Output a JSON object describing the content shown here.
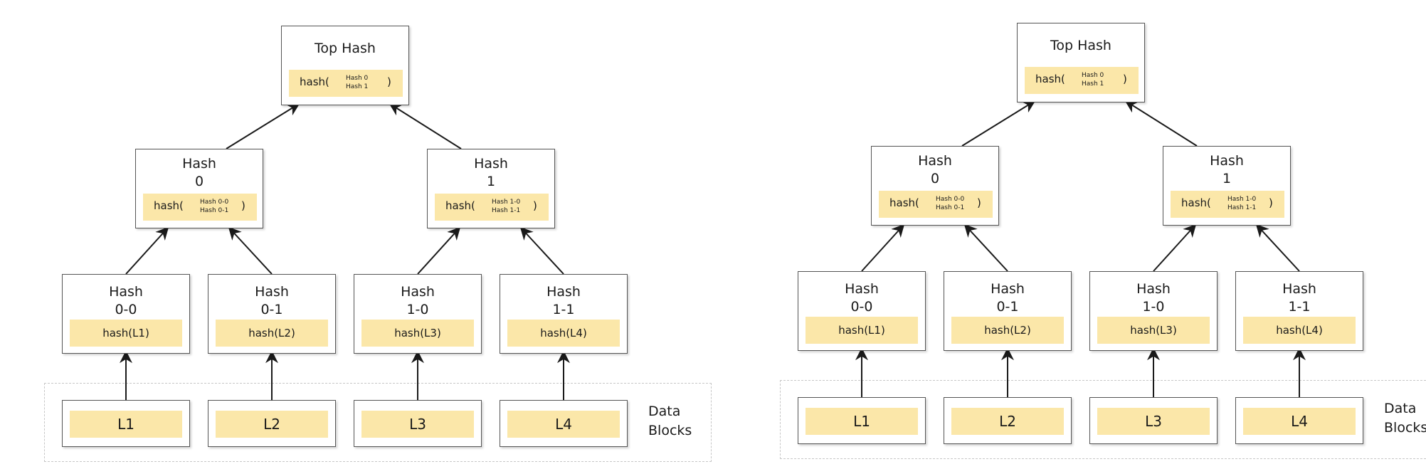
{
  "diagrams": [
    {
      "top": {
        "title": "Top Hash",
        "hash_prefix": "hash(",
        "hash_inputs": [
          "Hash 0",
          "Hash 1"
        ],
        "hash_suffix": ")"
      },
      "mid": [
        {
          "title_line1": "Hash",
          "title_line2": "0",
          "hash_prefix": "hash(",
          "hash_inputs": [
            "Hash 0-0",
            "Hash 0-1"
          ],
          "hash_suffix": ")"
        },
        {
          "title_line1": "Hash",
          "title_line2": "1",
          "hash_prefix": "hash(",
          "hash_inputs": [
            "Hash 1-0",
            "Hash 1-1"
          ],
          "hash_suffix": ")"
        }
      ],
      "leaves": [
        {
          "title_line1": "Hash",
          "title_line2": "0-0",
          "hash": "hash(L1)"
        },
        {
          "title_line1": "Hash",
          "title_line2": "0-1",
          "hash": "hash(L2)"
        },
        {
          "title_line1": "Hash",
          "title_line2": "1-0",
          "hash": "hash(L3)"
        },
        {
          "title_line1": "Hash",
          "title_line2": "1-1",
          "hash": "hash(L4)"
        }
      ],
      "data_blocks": [
        "L1",
        "L2",
        "L3",
        "L4"
      ],
      "data_label_line1": "Data",
      "data_label_line2": "Blocks"
    },
    {
      "top": {
        "title": "Top Hash",
        "hash_prefix": "hash(",
        "hash_inputs": [
          "Hash 0",
          "Hash 1"
        ],
        "hash_suffix": ")"
      },
      "mid": [
        {
          "title_line1": "Hash",
          "title_line2": "0",
          "hash_prefix": "hash(",
          "hash_inputs": [
            "Hash 0-0",
            "Hash 0-1"
          ],
          "hash_suffix": ")"
        },
        {
          "title_line1": "Hash",
          "title_line2": "1",
          "hash_prefix": "hash(",
          "hash_inputs": [
            "Hash 1-0",
            "Hash 1-1"
          ],
          "hash_suffix": ")"
        }
      ],
      "leaves": [
        {
          "title_line1": "Hash",
          "title_line2": "0-0",
          "hash": "hash(L1)"
        },
        {
          "title_line1": "Hash",
          "title_line2": "0-1",
          "hash": "hash(L2)"
        },
        {
          "title_line1": "Hash",
          "title_line2": "1-0",
          "hash": "hash(L3)"
        },
        {
          "title_line1": "Hash",
          "title_line2": "1-1",
          "hash": "hash(L4)"
        }
      ],
      "data_blocks": [
        "L1",
        "L2",
        "L3",
        "L4"
      ],
      "data_label_line1": "Data",
      "data_label_line2": "Blocks"
    }
  ],
  "colors": {
    "hash_fill": "#fbe7a9",
    "node_border": "#555555",
    "arrow": "#1a1a1a",
    "dashed_border": "#c7c7c7"
  }
}
